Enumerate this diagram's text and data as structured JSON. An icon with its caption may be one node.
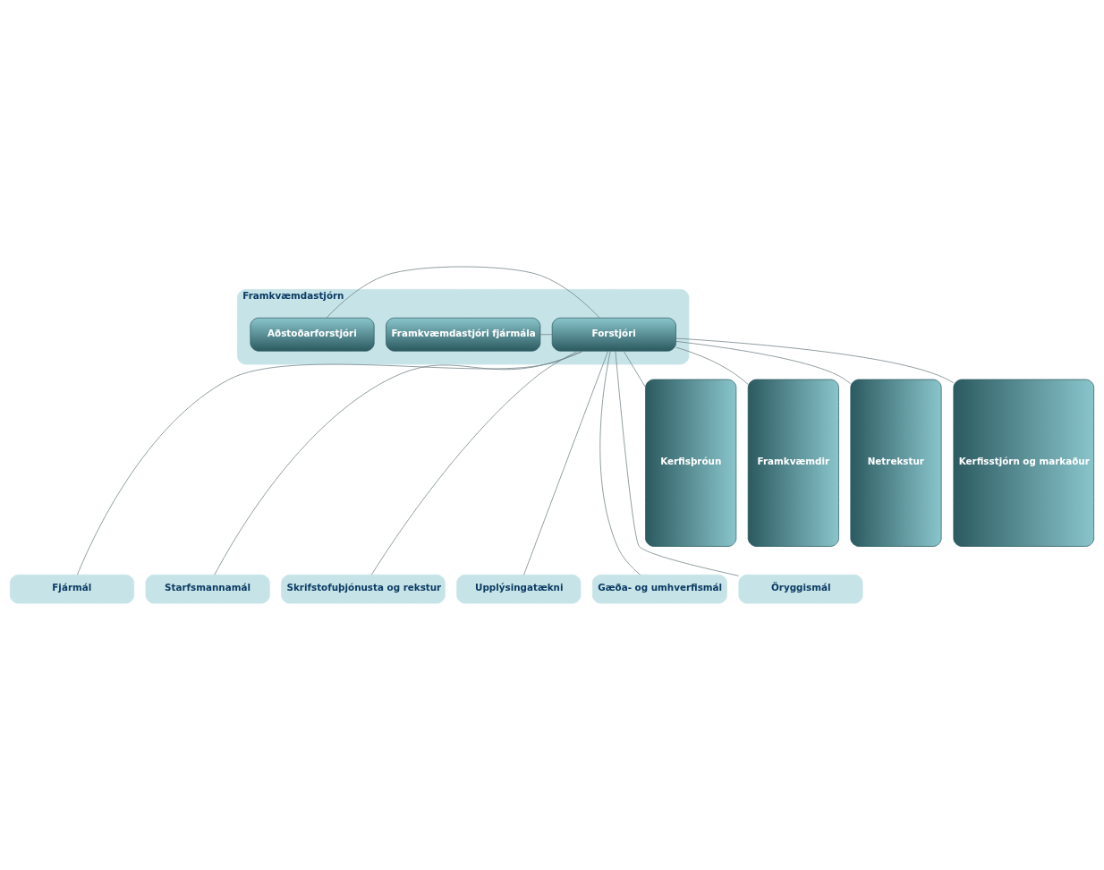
{
  "diagram": {
    "nodes": [
      {
        "text": [
          "Framkvæmdastjórn"
        ]
      },
      {
        "text": [
          "Forstjóri"
        ],
        "in": 0
      },
      {
        "text": [
          "Framkvæmdastjóri fjármála"
        ],
        "in": 0
      },
      {
        "text": [
          "Aðstoðarforstjóri"
        ],
        "in": 0
      },
      {
        "text": [
          "Fjármál"
        ]
      },
      {
        "text": [
          "Starfsmannamál"
        ]
      },
      {
        "text": [
          "Skrifstofuþjónusta og rekstur"
        ]
      },
      {
        "text": [
          "Upplýsingatækni"
        ]
      },
      {
        "text": [
          "Gæða- og umhverfismál"
        ]
      },
      {
        "text": [
          "Öryggismál"
        ]
      },
      {
        "text": [
          "Kerfisþróun"
        ]
      },
      {
        "text": [
          "Framkvæmdir"
        ]
      },
      {
        "text": [
          "Netrekstur"
        ]
      },
      {
        "text": [
          "Kerfisstjórn og markaður"
        ]
      }
    ],
    "edges": [
      {
        "from": 1,
        "to": 2,
        "arrow": "none"
      },
      {
        "from": 1,
        "to": 3,
        "arrow": "none"
      },
      {
        "from": 1,
        "to": 4,
        "arrow": "none"
      },
      {
        "from": 1,
        "to": 5,
        "arrow": "none"
      },
      {
        "from": 1,
        "to": 6,
        "arrow": "none"
      },
      {
        "from": 1,
        "to": 7,
        "arrow": "none"
      },
      {
        "from": 1,
        "to": 8,
        "arrow": "none"
      },
      {
        "from": 1,
        "to": 9,
        "arrow": "none"
      },
      {
        "from": 1,
        "to": 10,
        "arrow": "none"
      },
      {
        "from": 1,
        "to": 11,
        "arrow": "none"
      },
      {
        "from": 1,
        "to": 12,
        "arrow": "none"
      },
      {
        "from": 1,
        "to": 13,
        "arrow": "none"
      }
    ]
  }
}
